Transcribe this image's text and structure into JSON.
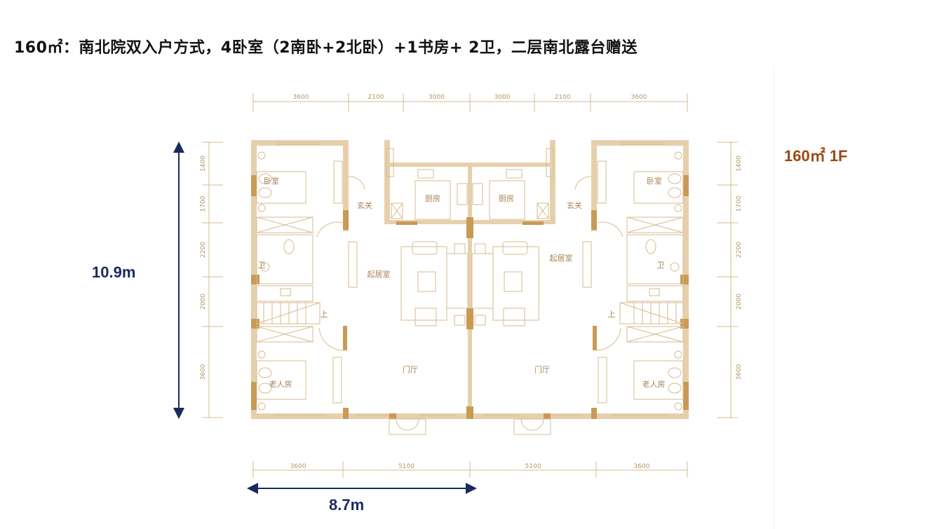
{
  "title": "160㎡：南北院双入户方式，4卧室（2南卧+2北卧）+1书房+ 2卫，二层南北露台赠送",
  "area_label": "160㎡  1F",
  "height_label": "10.9m",
  "width_label": "8.7m",
  "colors": {
    "wall": "#dcbf90",
    "column": "#c99a55",
    "line": "#d6bb8f",
    "accent": "#9a4a14",
    "arrow": "#1a2a5e"
  },
  "dimensions": {
    "top": [
      "3600",
      "2100",
      "3000",
      "3000",
      "2100",
      "3600"
    ],
    "bottom": [
      "3600",
      "5100",
      "5100",
      "3600"
    ],
    "left": [
      "1400",
      "1700",
      "2200",
      "2000",
      "3600"
    ],
    "right": [
      "1400",
      "1700",
      "2200",
      "2000",
      "3600"
    ]
  },
  "rooms": [
    "卧室",
    "玄关",
    "厨房",
    "厨房",
    "玄关",
    "卧室",
    "卫",
    "卫",
    "起居室",
    "起居室",
    "上",
    "上",
    "门厅",
    "门厅",
    "老人房",
    "老人房"
  ]
}
